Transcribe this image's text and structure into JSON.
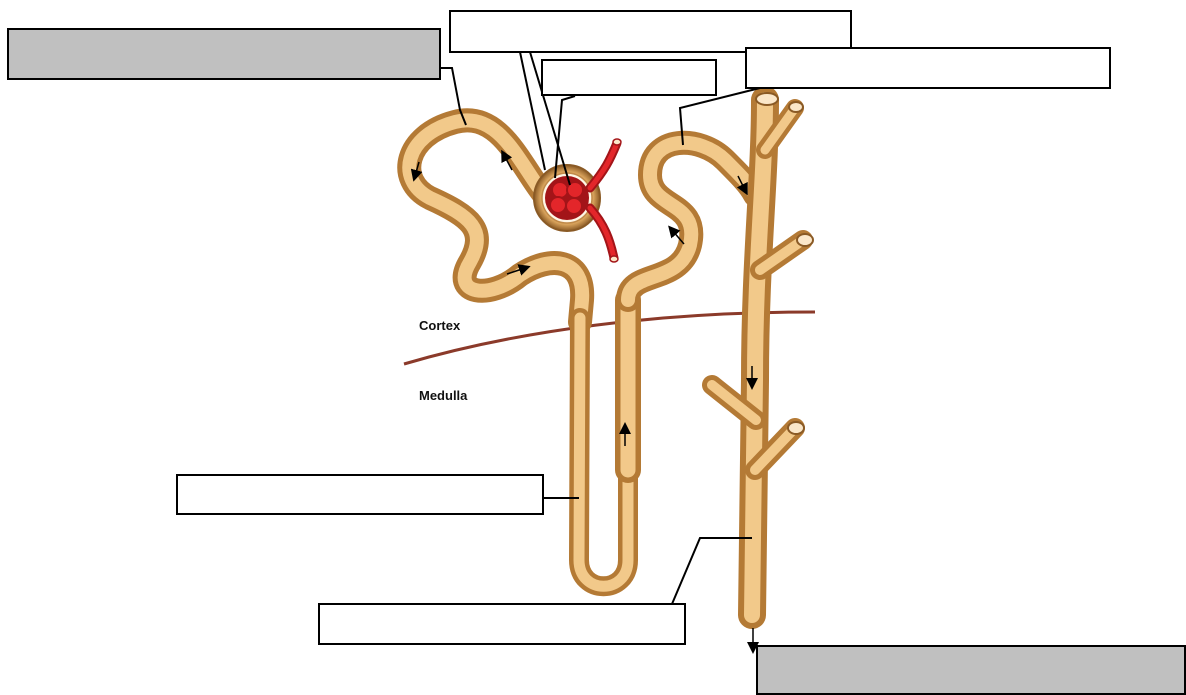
{
  "regions": {
    "cortex": "Cortex",
    "medulla": "Medulla"
  },
  "label_boxes": [
    {
      "id": "box-top-left",
      "text": "",
      "filled": true
    },
    {
      "id": "box-top-center",
      "text": "",
      "filled": false
    },
    {
      "id": "box-glomerulus",
      "text": "",
      "filled": false
    },
    {
      "id": "box-top-right",
      "text": "",
      "filled": false
    },
    {
      "id": "box-loop-henle",
      "text": "",
      "filled": false
    },
    {
      "id": "box-collecting-duct",
      "text": "",
      "filled": false
    },
    {
      "id": "box-bottom-right",
      "text": "",
      "filled": true
    }
  ],
  "colors": {
    "tubule_light": "#f2c98a",
    "tubule_mid": "#d9a35c",
    "tubule_dark": "#b47a35",
    "vessel": "#e3262a",
    "vessel_dark": "#a31418",
    "boundary": "#8b3a2a",
    "leader": "#000000"
  }
}
